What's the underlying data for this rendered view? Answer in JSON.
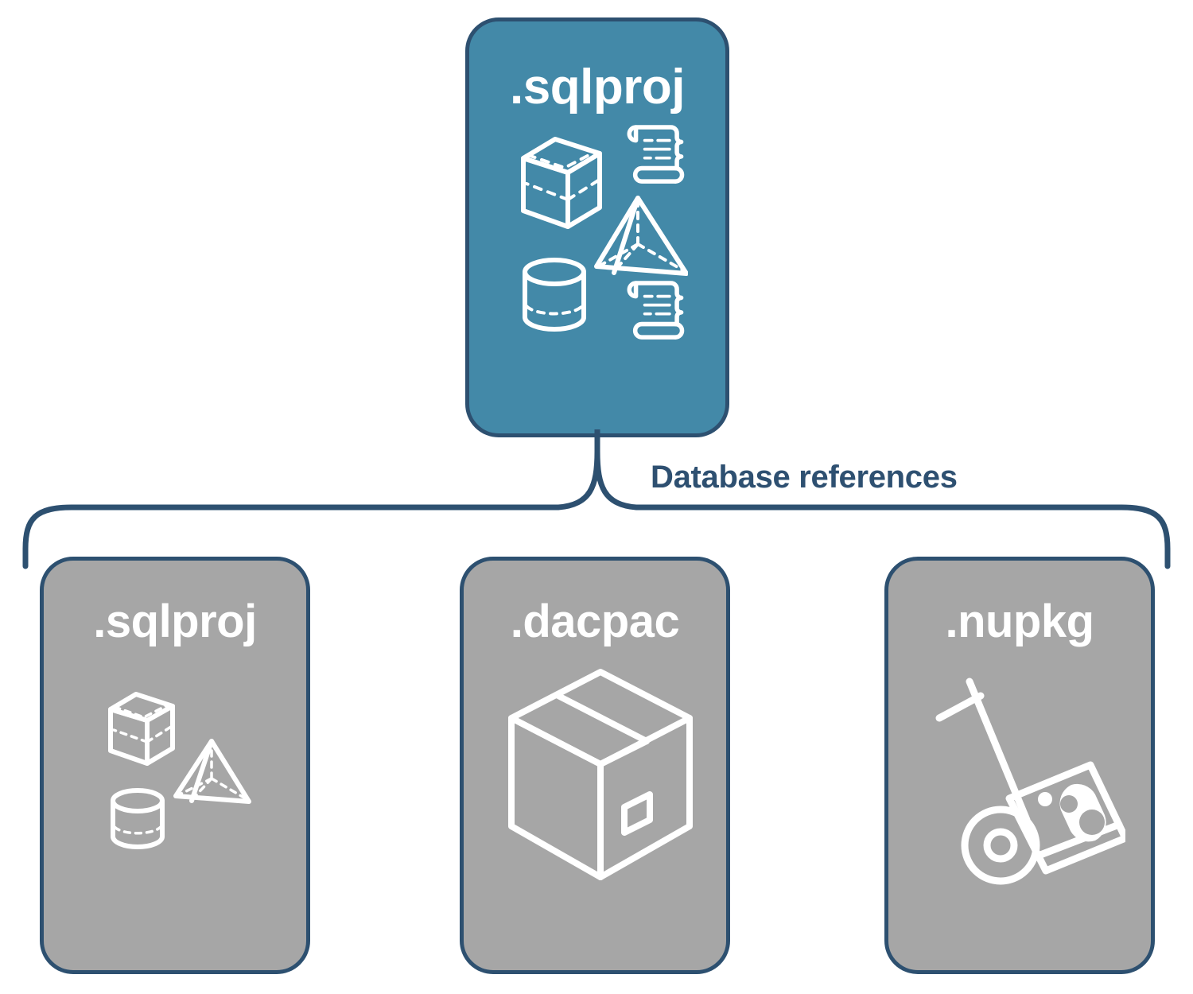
{
  "diagram": {
    "title": "Database references diagram",
    "colors": {
      "root_fill": "#4389a8",
      "child_fill": "#a6a6a6",
      "stroke": "#2d5070",
      "label_text": "#2e5071",
      "icon_stroke": "#ffffff",
      "background": "#ffffff"
    },
    "root": {
      "label": ".sqlproj",
      "icons": [
        "cube-icon",
        "scroll-icon",
        "pyramid-icon",
        "cylinder-icon",
        "scroll-icon"
      ]
    },
    "connector": {
      "label": "Database references",
      "style": "curly-brace"
    },
    "children": [
      {
        "label": ".sqlproj",
        "icons": [
          "cube-icon",
          "pyramid-icon",
          "cylinder-icon"
        ]
      },
      {
        "label": ".dacpac",
        "icons": [
          "package-box-icon"
        ]
      },
      {
        "label": ".nupkg",
        "icons": [
          "hand-truck-icon"
        ]
      }
    ]
  }
}
